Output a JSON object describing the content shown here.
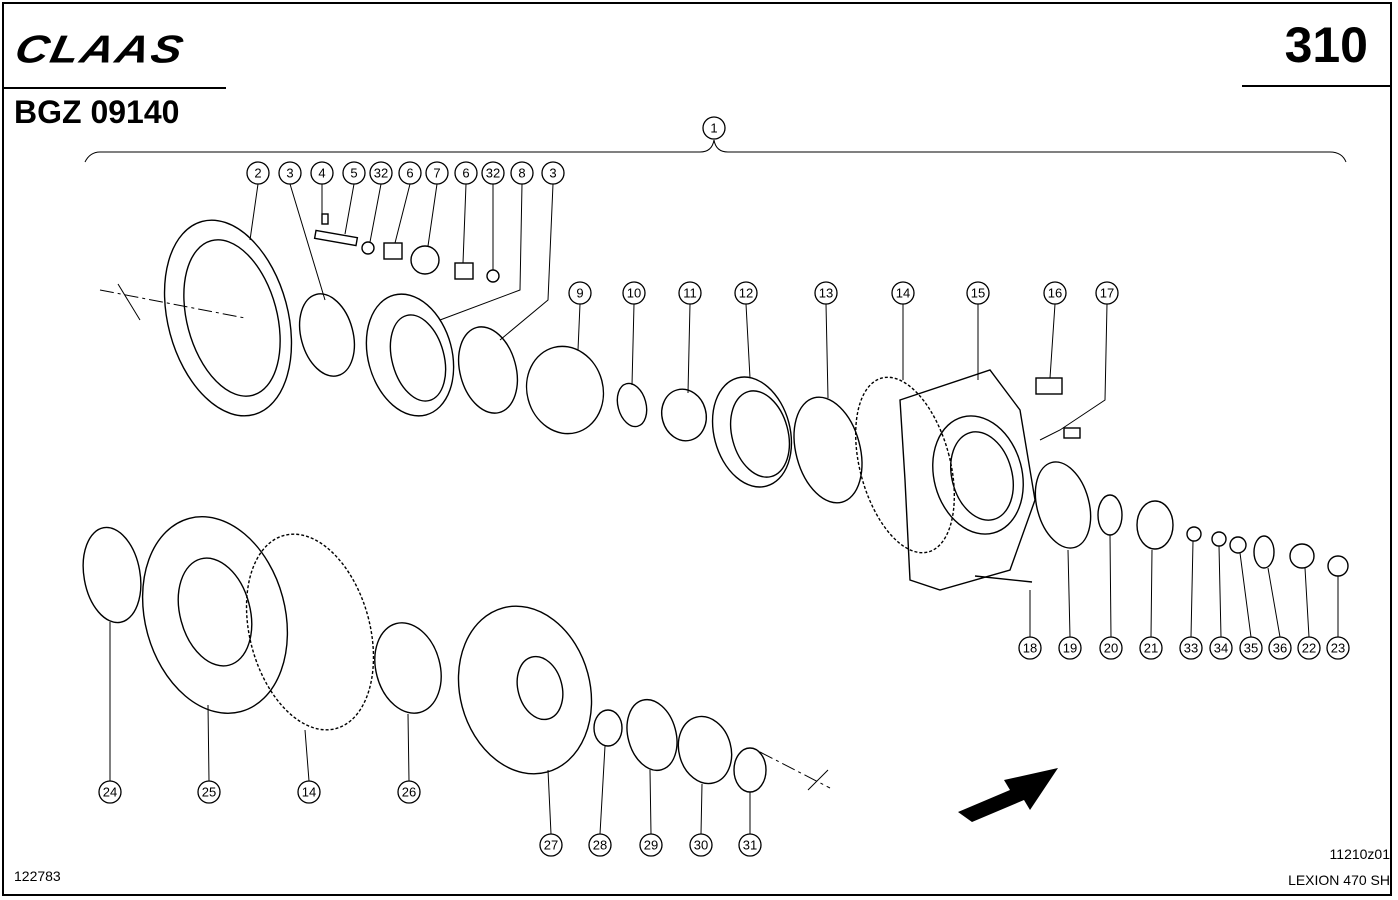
{
  "header": {
    "logo": "CLAAS",
    "doc_number": "BGZ 09140",
    "page_number": "310"
  },
  "footer": {
    "left_code": "122783",
    "drawing_code": "11210z01",
    "model": "LEXION 470 SH"
  },
  "callouts": [
    "1",
    "2",
    "3",
    "4",
    "5",
    "32",
    "6",
    "7",
    "6",
    "32",
    "8",
    "3",
    "9",
    "10",
    "11",
    "12",
    "13",
    "14",
    "15",
    "16",
    "17",
    "18",
    "19",
    "20",
    "21",
    "33",
    "34",
    "35",
    "36",
    "22",
    "23",
    "24",
    "25",
    "14",
    "26",
    "27",
    "28",
    "29",
    "30",
    "31"
  ]
}
